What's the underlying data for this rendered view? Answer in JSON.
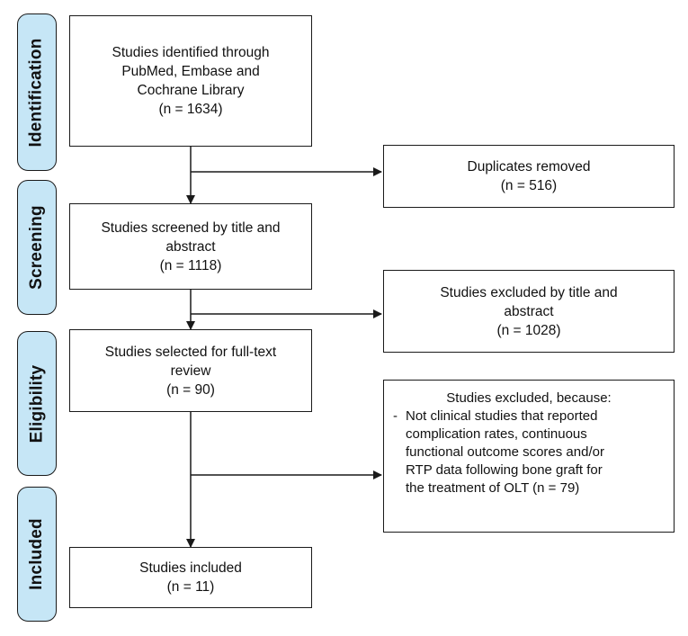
{
  "phases": [
    {
      "key": "identification",
      "label": "Identification"
    },
    {
      "key": "screening",
      "label": "Screening"
    },
    {
      "key": "eligibility",
      "label": "Eligibility"
    },
    {
      "key": "included",
      "label": "Included"
    }
  ],
  "main_boxes": {
    "identified": {
      "lines": [
        "Studies identified through",
        "PubMed, Embase and",
        "Cochrane Library"
      ],
      "count": "(n = 1634)"
    },
    "screened": {
      "lines": [
        "Studies screened by title and",
        "abstract"
      ],
      "count": "(n = 1118)"
    },
    "selected": {
      "lines": [
        "Studies selected for full-text",
        "review"
      ],
      "count": "(n = 90)"
    },
    "included": {
      "lines": [
        "Studies included"
      ],
      "count": "(n = 11)"
    }
  },
  "side_boxes": {
    "duplicates": {
      "lines": [
        "Duplicates removed"
      ],
      "count": "(n = 516)"
    },
    "excluded_title_abstract": {
      "lines": [
        "Studies excluded by title and",
        "abstract"
      ],
      "count": "(n = 1028)"
    },
    "excluded_reasons": {
      "heading": "Studies excluded, because:",
      "bullet": "-",
      "item_lines": [
        "Not clinical studies that reported",
        "complication rates, continuous",
        "functional outcome scores and/or",
        "RTP data following bone graft for",
        "the treatment of OLT (n = 79)"
      ]
    }
  }
}
